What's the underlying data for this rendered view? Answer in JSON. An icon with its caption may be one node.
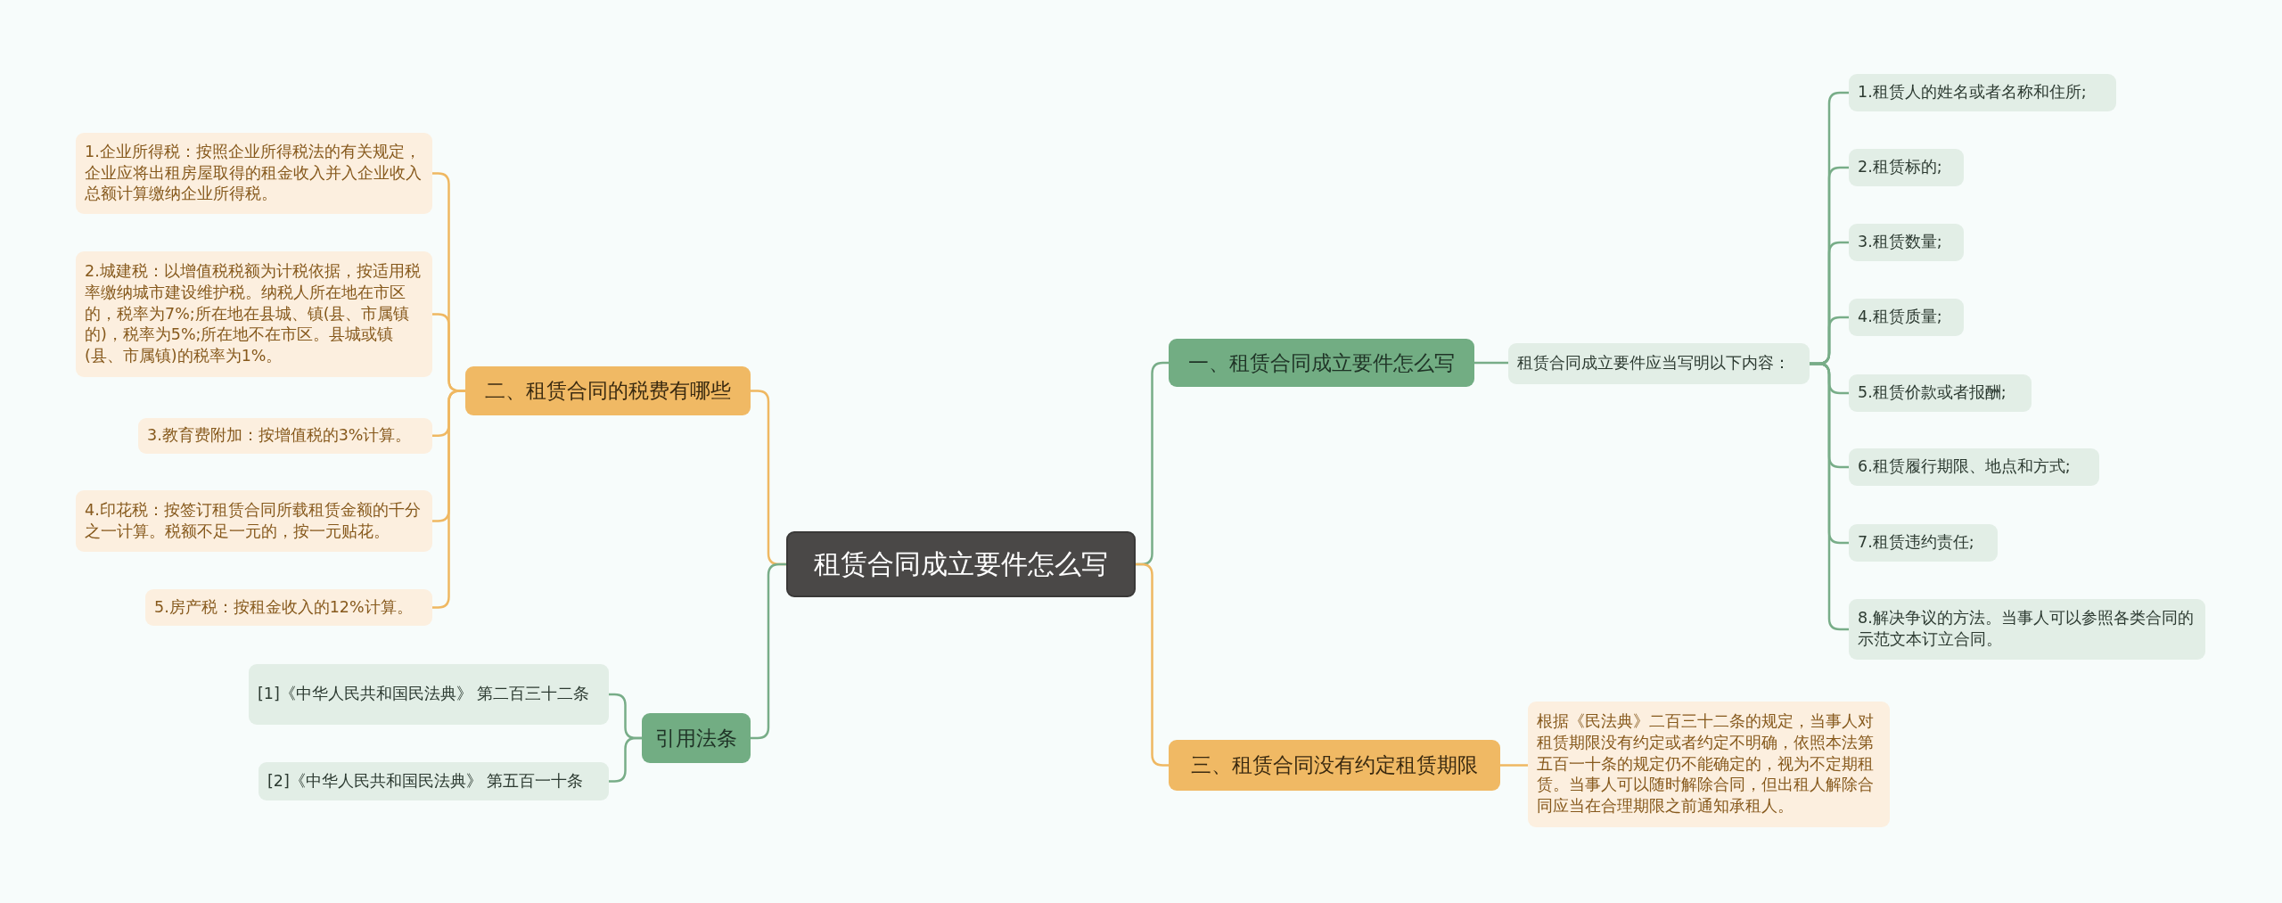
{
  "diagram": {
    "nodes": [
      {
        "text": [
          "租赁合同成立要件怎么写"
        ]
      },
      {
        "text": [
          "二、租赁合同的税费有哪些"
        ]
      },
      {
        "text": [
          "1.企业所得税：按照企业所得税法的有关规定，企业应将出租房屋取得的租金收入并入企业收入总额计算缴纳企业所得税。"
        ]
      },
      {
        "text": [
          "2.城建税：以增值税税额为计税依据，按适用税率缴纳城市建设维护税。纳税人所在地在市区的，税率为7%;所在地在县城、镇(县、市属镇的)，税率为5%;所在地不在市区。县城或镇(县、市属镇)的税率为1%。"
        ]
      },
      {
        "text": [
          "3.教育费附加：按增值税的3%计算。"
        ]
      },
      {
        "text": [
          "4.印花税：按签订租赁合同所载租赁金额的千分之一计算。税额不足一元的，按一元贴花。"
        ]
      },
      {
        "text": [
          "5.房产税：按租金收入的12%计算。"
        ]
      },
      {
        "text": [
          "引用法条"
        ]
      },
      {
        "text": [
          "[1]《中华人民共和国民法典》 第二百三十二条"
        ]
      },
      {
        "text": [
          "[2]《中华人民共和国民法典》 第五百一十条"
        ]
      },
      {
        "text": [
          "一、租赁合同成立要件怎么写"
        ]
      },
      {
        "text": [
          "租赁合同成立要件应当写明以下内容："
        ]
      },
      {
        "text": [
          "1.租赁人的姓名或者名称和住所;"
        ]
      },
      {
        "text": [
          "2.租赁标的;"
        ]
      },
      {
        "text": [
          "3.租赁数量;"
        ]
      },
      {
        "text": [
          "4.租赁质量;"
        ]
      },
      {
        "text": [
          "5.租赁价款或者报酬;"
        ]
      },
      {
        "text": [
          "6.租赁履行期限、地点和方式;"
        ]
      },
      {
        "text": [
          "7.租赁违约责任;"
        ]
      },
      {
        "text": [
          "8.解决争议的方法。当事人可以参照各类合同的示范文本订立合同。"
        ]
      },
      {
        "text": [
          "三、租赁合同没有约定租赁期限"
        ]
      },
      {
        "text": [
          "根据《民法典》二百三十二条的规定，当事人对租赁期限没有约定或者约定不明确，依照本法第五百一十条的规定仍不能确定的，视为不定期租赁。当事人可以随时解除合同，但出租人解除合同应当在合理期限之前通知承租人。"
        ]
      }
    ],
    "edges": [
      {
        "from": 0,
        "to": 1,
        "arrow": "none",
        "color": "#efb862"
      },
      {
        "from": 1,
        "to": 2,
        "arrow": "none",
        "color": "#efb862"
      },
      {
        "from": 1,
        "to": 3,
        "arrow": "none",
        "color": "#efb862"
      },
      {
        "from": 1,
        "to": 4,
        "arrow": "none",
        "color": "#efb862"
      },
      {
        "from": 1,
        "to": 5,
        "arrow": "none",
        "color": "#efb862"
      },
      {
        "from": 1,
        "to": 6,
        "arrow": "none",
        "color": "#efb862"
      },
      {
        "from": 0,
        "to": 7,
        "arrow": "none"
      },
      {
        "from": 7,
        "to": 8,
        "arrow": "none"
      },
      {
        "from": 7,
        "to": 9,
        "arrow": "none"
      },
      {
        "from": 0,
        "to": 10,
        "arrow": "none"
      },
      {
        "from": 10,
        "to": 11,
        "arrow": "none"
      },
      {
        "from": 11,
        "to": 12,
        "arrow": "none"
      },
      {
        "from": 11,
        "to": 13,
        "arrow": "none"
      },
      {
        "from": 11,
        "to": 14,
        "arrow": "none"
      },
      {
        "from": 11,
        "to": 15,
        "arrow": "none"
      },
      {
        "from": 11,
        "to": 16,
        "arrow": "none"
      },
      {
        "from": 11,
        "to": 17,
        "arrow": "none"
      },
      {
        "from": 11,
        "to": 18,
        "arrow": "none"
      },
      {
        "from": 11,
        "to": 19,
        "arrow": "none"
      },
      {
        "from": 0,
        "to": 20,
        "arrow": "none",
        "color": "#efb862"
      },
      {
        "from": 20,
        "to": 21,
        "arrow": "none",
        "color": "#efb862"
      }
    ]
  }
}
